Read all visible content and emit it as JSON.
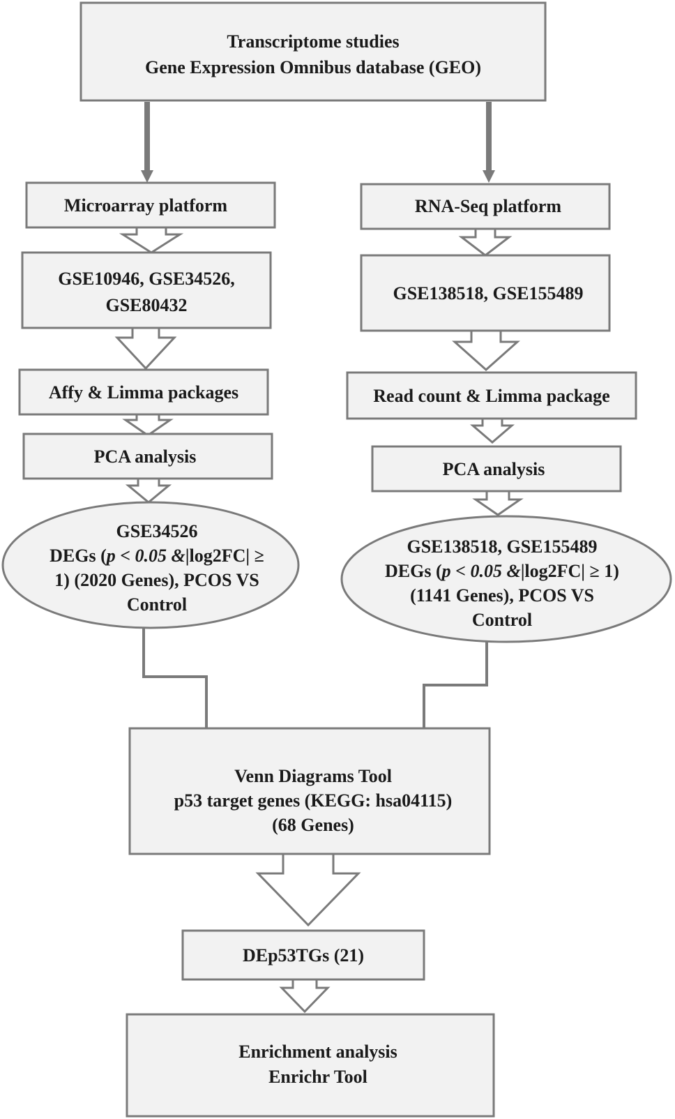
{
  "top": {
    "line1": "Transcriptome studies",
    "line2": "Gene Expression Omnibus database (GEO)"
  },
  "left": {
    "platform": "Microarray platform",
    "datasets_line1": "GSE10946, GSE34526,",
    "datasets_line2": "GSE80432",
    "packages": "Affy &  Limma packages",
    "pca": "PCA analysis",
    "degs_line1": "GSE34526",
    "degs_line2_pre": "DEGs (",
    "degs_line2_p": "p",
    "degs_line2_mid": " < 0.05 &",
    "degs_line2_post": "|log2FC| ≥",
    "degs_line3": "1) (2020 Genes), PCOS VS",
    "degs_line4": "Control"
  },
  "right": {
    "platform": "RNA-Seq platform",
    "datasets": "GSE138518, GSE155489",
    "packages": "Read count & Limma package",
    "pca": "PCA analysis",
    "degs_line1": "GSE138518, GSE155489",
    "degs_line2_pre": "DEGs (",
    "degs_line2_p": "p",
    "degs_line2_mid": " < 0.05 &",
    "degs_line2_post": "|log2FC| ≥ 1)",
    "degs_line3": "(1141 Genes), PCOS VS",
    "degs_line4": "Control"
  },
  "venn": {
    "line1": "Venn Diagrams Tool",
    "line2": "p53 target genes  (KEGG: hsa04115)",
    "line3": "(68 Genes)"
  },
  "dep53": "DEp53TGs (21)",
  "enrichment": {
    "line1": "Enrichment analysis",
    "line2": "Enrichr Tool"
  },
  "colors": {
    "box_fill": "#f2f2f2",
    "border": "#7a7a7a",
    "text": "#1a1a1a"
  }
}
